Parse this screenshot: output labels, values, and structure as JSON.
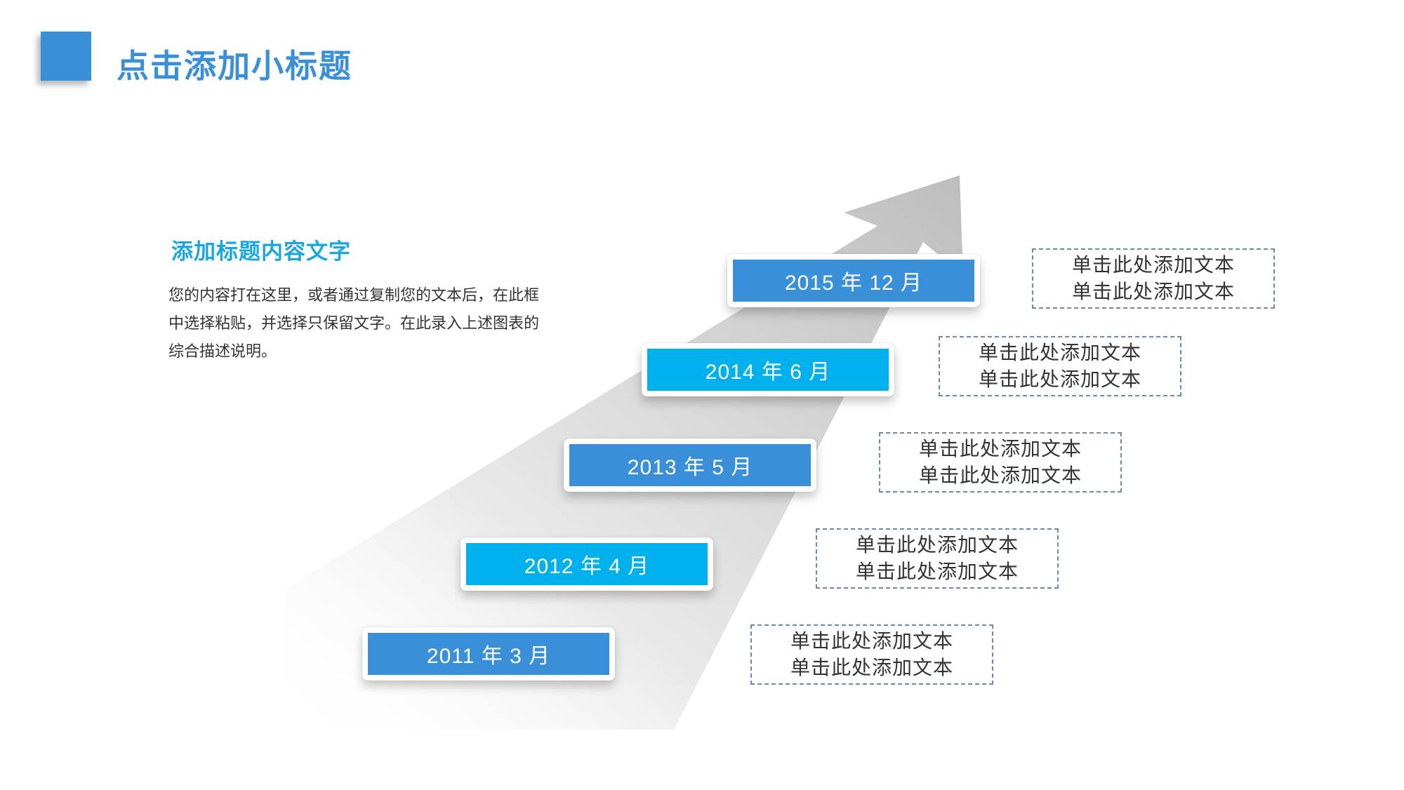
{
  "header": {
    "title": "点击添加小标题"
  },
  "intro": {
    "title": "添加标题内容文字",
    "body": "您的内容打在这里，或者通过复制您的文本后，在此框中选择粘贴，并选择只保留文字。在此录入上述图表的综合描述说明。"
  },
  "timeline": [
    {
      "label": "2015 年 12 月",
      "color": "#3a8fd9",
      "notes": [
        "单击此处添加文本",
        "单击此处添加文本"
      ]
    },
    {
      "label": "2014 年 6 月",
      "color": "#00b0ec",
      "notes": [
        "单击此处添加文本",
        "单击此处添加文本"
      ]
    },
    {
      "label": "2013 年 5 月",
      "color": "#3a8fd9",
      "notes": [
        "单击此处添加文本",
        "单击此处添加文本"
      ]
    },
    {
      "label": "2012 年 4 月",
      "color": "#00b0ec",
      "notes": [
        "单击此处添加文本",
        "单击此处添加文本"
      ]
    },
    {
      "label": "2011 年 3 月",
      "color": "#3a8fd9",
      "notes": [
        "单击此处添加文本",
        "单击此处添加文本"
      ]
    }
  ],
  "colors": {
    "accent": "#3a8fd9",
    "accent_light": "#00b0ec",
    "subtitle": "#1aa6e0",
    "arrow": "#c8c8c8"
  },
  "icons": {
    "arrow": "rising-arrow-icon",
    "header_marker": "square-marker-icon"
  }
}
